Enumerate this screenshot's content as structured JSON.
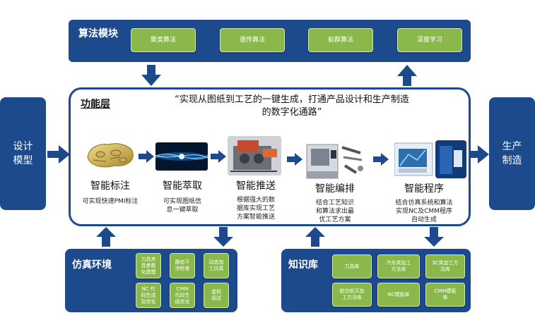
{
  "algorithm": {
    "title": "算法模块",
    "buttons": [
      "聚类算法",
      "遗传算法",
      "蚁群算法",
      "深度学习"
    ]
  },
  "function_layer": {
    "title": "功能层",
    "quote_line1": "“实现从图纸到工艺的一键生成，打通产品设计和生产制造",
    "quote_line2": "的数字化通路”"
  },
  "left_side": [
    "设计",
    "模型"
  ],
  "right_side": [
    "生产",
    "制造"
  ],
  "steps": [
    {
      "title": "智能标注",
      "desc": [
        "可实现快速PMI标注"
      ]
    },
    {
      "title": "智能萃取",
      "desc": [
        "可实现图纸信",
        "息一键萃取"
      ]
    },
    {
      "title": "智能推送",
      "desc": [
        "根据强大的数",
        "据库实现工艺",
        "方案智能推送"
      ]
    },
    {
      "title": "智能编排",
      "desc": [
        "结合工艺知识",
        "和算法求出最",
        "优工艺方案"
      ]
    },
    {
      "title": "智能程序",
      "desc": [
        "结合仿真系统和算法",
        "实现NC及CMM程序",
        "自动生成"
      ]
    }
  ],
  "simulation": {
    "title": "仿真环境",
    "buttons": [
      [
        "刀具夹",
        "具参数",
        "化建模"
      ],
      [
        "静态干",
        "涉检查"
      ],
      [
        "动态加",
        "工仿真"
      ],
      [
        "NC 代",
        "码生成",
        "及优化"
      ],
      [
        "CMM",
        "代码生",
        "成优化"
      ],
      [
        "虚拟",
        "调试"
      ]
    ]
  },
  "knowledge": {
    "title": "知识库",
    "buttons": [
      [
        "刀具库"
      ],
      [
        "汽车类加工",
        "方法库"
      ],
      [
        "3C类加工方",
        "法库"
      ],
      [
        "航空航天加",
        "工方法库"
      ],
      [
        "NC模板库"
      ],
      [
        "CMM模板",
        "库"
      ]
    ]
  },
  "colors": {
    "navy": "#1d4a8c",
    "green": "#8ab84a",
    "white": "#ffffff"
  }
}
